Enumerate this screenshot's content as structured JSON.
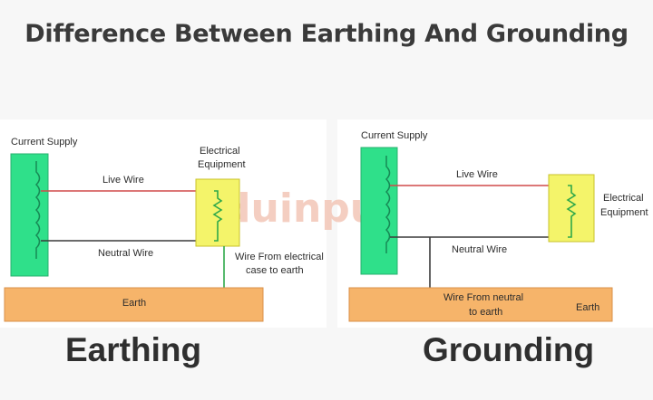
{
  "title": "Difference Between Earthing And Grounding",
  "watermark": {
    "logo": "Eduinput",
    "tagline": ""
  },
  "earthing": {
    "caption": "Earthing",
    "current_supply": "Current Supply",
    "live_wire": "Live Wire",
    "neutral_wire": "Neutral Wire",
    "equipment_line1": "Electrical",
    "equipment_line2": "Equipment",
    "wire_note_line1": "Wire From electrical",
    "wire_note_line2": "case to earth",
    "earth": "Earth"
  },
  "grounding": {
    "caption": "Grounding",
    "current_supply": "Current Supply",
    "live_wire": "Live Wire",
    "neutral_wire": "Neutral Wire",
    "equipment_line1": "Electrical",
    "equipment_line2": "Equipment",
    "wire_note_line1": "Wire From neutral",
    "wire_note_line2": "to earth",
    "earth": "Earth"
  },
  "colors": {
    "supply_green": "#2fe08a",
    "equipment_yellow": "#f4f46a",
    "earth_orange": "#f6b46a",
    "live_wire": "#d04a4a",
    "wire_dark": "#3a3a3a",
    "ground_green": "#2ea84a"
  }
}
